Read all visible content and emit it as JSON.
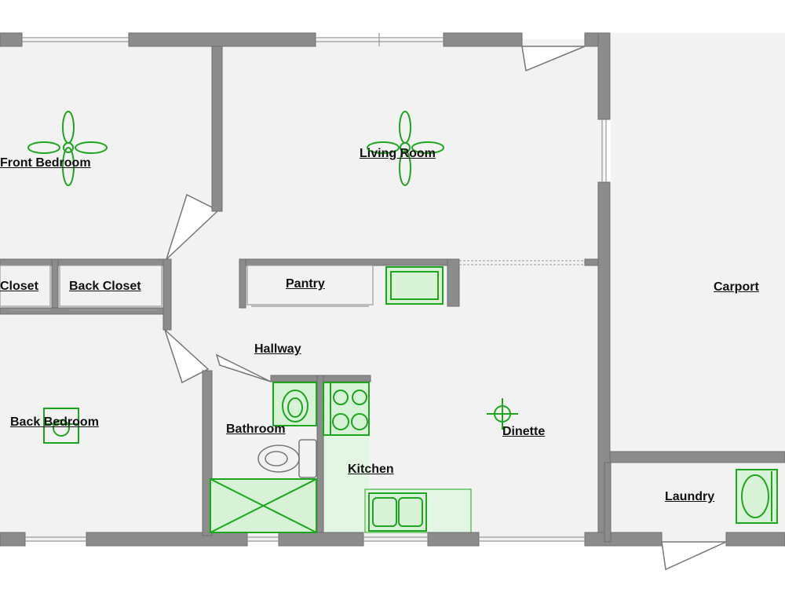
{
  "rooms": {
    "front_bedroom": "Front Bedroom",
    "living_room": "Living Room",
    "closet": "Closet",
    "back_closet": "Back Closet",
    "pantry": "Pantry",
    "carport": "Carport",
    "hallway": "Hallway",
    "back_bedroom": "Back Bedroom",
    "bathroom": "Bathroom",
    "dinette": "Dinette",
    "kitchen": "Kitchen",
    "laundry": "Laundry"
  },
  "colors": {
    "fixture": "#1fa51f",
    "fixture_fill": "#d8f2d8",
    "wall": "#8c8c8c",
    "floor": "#f2f2f2"
  }
}
